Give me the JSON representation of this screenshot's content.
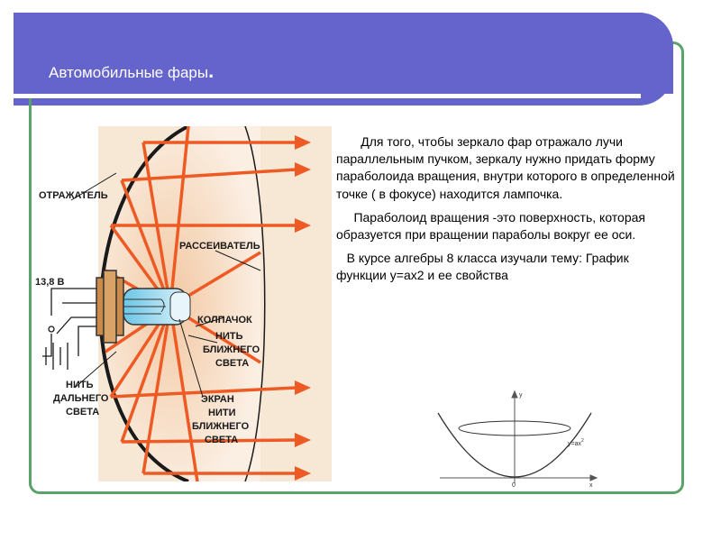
{
  "slide": {
    "title": "Автомобильные фары",
    "title_dot": ".",
    "paragraphs": [
      "Для того, чтобы зеркало фар отражало лучи параллельным пучком, зеркалу нужно придать форму параболоида вращения, внутри которого в определенной точке ( в фокусе) находится лампочка.",
      "Параболоид вращения -это поверхность, которая образуется при вращении параболы вокруг ее оси.",
      "В курсе алгебры 8 класса изучали тему: График функции y=ax2 и ее свойства"
    ]
  },
  "headlamp_figure": {
    "labels": {
      "reflector": "ОТРАЖАТЕЛЬ",
      "diffuser": "РАССЕИВАТЕЛЬ",
      "voltage": "13,8 В",
      "cap": "КОЛПАЧОК",
      "low_beam_1": "НИТЬ",
      "low_beam_2": "БЛИЖНЕГО",
      "low_beam_3": "СВЕТА",
      "high_beam_1": "НИТЬ",
      "high_beam_2": "ДАЛЬНЕГО",
      "high_beam_3": "СВЕТА",
      "screen_1": "ЭКРАН",
      "screen_2": "НИТИ",
      "screen_3": "БЛИЖНЕГО",
      "screen_4": "СВЕТА"
    }
  },
  "parabola_graph": {
    "y_axis": "y",
    "x_axis": "x",
    "origin": "0",
    "formula": "y=ax",
    "formula_exp": "2"
  },
  "colors": {
    "header": "#6464cc",
    "frame": "#5aa16a",
    "ray": "#ee5a24",
    "glow": "#f6dcc4"
  }
}
